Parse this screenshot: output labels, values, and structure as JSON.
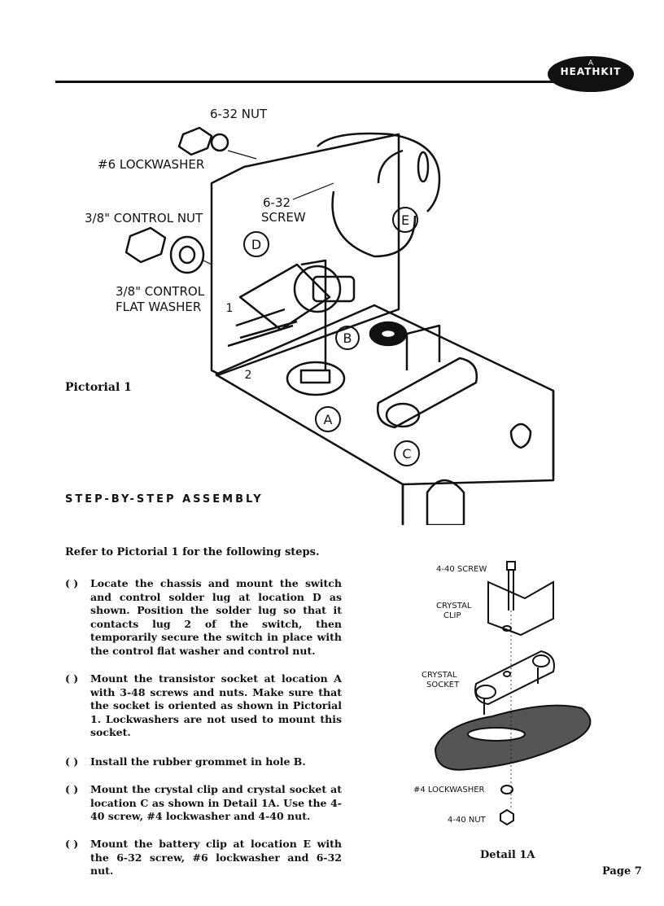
{
  "header": {
    "logo_text": "HEATHKIT",
    "logo_small": "A"
  },
  "pictorial": {
    "caption": "Pictorial 1",
    "labels": {
      "nut": "6-32 NUT",
      "lockwasher": "#6 LOCKWASHER",
      "control_nut": "3/8\" CONTROL NUT",
      "screw_line1": "6-32",
      "screw_line2": "SCREW",
      "flat_washer_line1": "3/8\" CONTROL",
      "flat_washer_line2": "FLAT WASHER",
      "lug_1": "1",
      "lug_2": "2",
      "loc_a": "A",
      "loc_b": "B",
      "loc_c": "C",
      "loc_d": "D",
      "loc_e": "E"
    }
  },
  "section": {
    "heading": "STEP-BY-STEP ASSEMBLY",
    "intro": "Refer to Pictorial 1 for the following steps."
  },
  "steps": [
    {
      "box": "(  )",
      "text": "Locate the chassis and mount the switch and control solder lug at location D as shown. Position the solder lug so that it contacts lug 2 of the switch, then temporarily secure the switch in place with the control flat washer and control nut."
    },
    {
      "box": "(  )",
      "text": "Mount the transistor socket at location A with 3-48 screws and nuts. Make sure that the socket is oriented as shown in Pictorial 1. Lockwashers are not used to mount this socket."
    },
    {
      "box": "(  )",
      "text": "Install the rubber grommet in hole B."
    },
    {
      "box": "(  )",
      "text": "Mount the crystal clip and crystal socket at location C as shown in Detail 1A. Use the 4-40 screw, #4 lockwasher and 4-40 nut."
    },
    {
      "box": "(  )",
      "text": "Mount the battery clip at location E with the 6-32 screw, #6 lockwasher and 6-32 nut."
    }
  ],
  "detail": {
    "caption": "Detail 1A",
    "labels": {
      "screw": "4-40 SCREW",
      "clip_line1": "CRYSTAL",
      "clip_line2": "CLIP",
      "socket_line1": "CRYSTAL",
      "socket_line2": "SOCKET",
      "lockwasher": "#4 LOCKWASHER",
      "nut": "4-40 NUT"
    }
  },
  "footer": {
    "page": "Page 7"
  },
  "colors": {
    "ink": "#111111",
    "paper": "#ffffff"
  }
}
